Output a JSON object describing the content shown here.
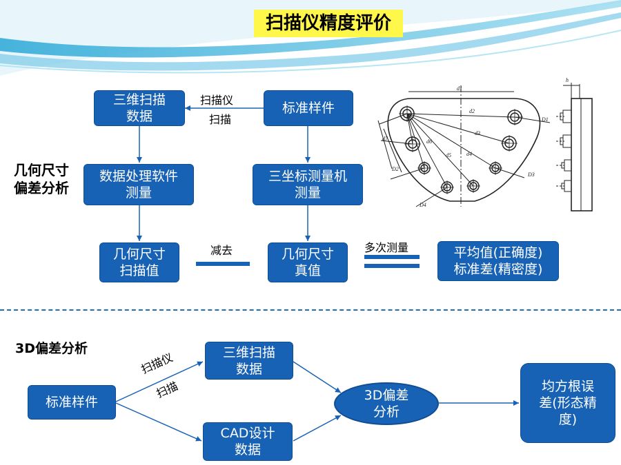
{
  "title": "扫描仪精度评价",
  "top": {
    "box_scan_data": "三维扫描\n数据",
    "box_std_part": "标准样件",
    "label_scanner": "扫描仪",
    "label_scan": "扫描",
    "side_label": "几何尺寸\n偏差分析",
    "box_software": "数据处理软件\n测量",
    "box_cmm": "三坐标测量机\n测量",
    "box_scan_value": "几何尺寸\n扫描值",
    "label_subtract": "减去",
    "box_true_value": "几何尺寸\n真值",
    "label_multi": "多次测量",
    "box_result": "平均值(正确度)\n标准差(精密度)"
  },
  "drawing": {
    "dims": [
      "d1",
      "d2",
      "d3",
      "d4",
      "d5",
      "d6",
      "d7",
      "D1",
      "D2",
      "D3",
      "D4",
      "h"
    ]
  },
  "bottom": {
    "section_label": "3D偏差分析",
    "box_std_part": "标准样件",
    "label_scanner": "扫描仪",
    "label_scan": "扫描",
    "box_scan_data": "三维扫描\n数据",
    "box_cad": "CAD设计\n数据",
    "ellipse_3d": "3D偏差\n分析",
    "box_rms": "均方根误\n差(形态精\n度)"
  }
}
